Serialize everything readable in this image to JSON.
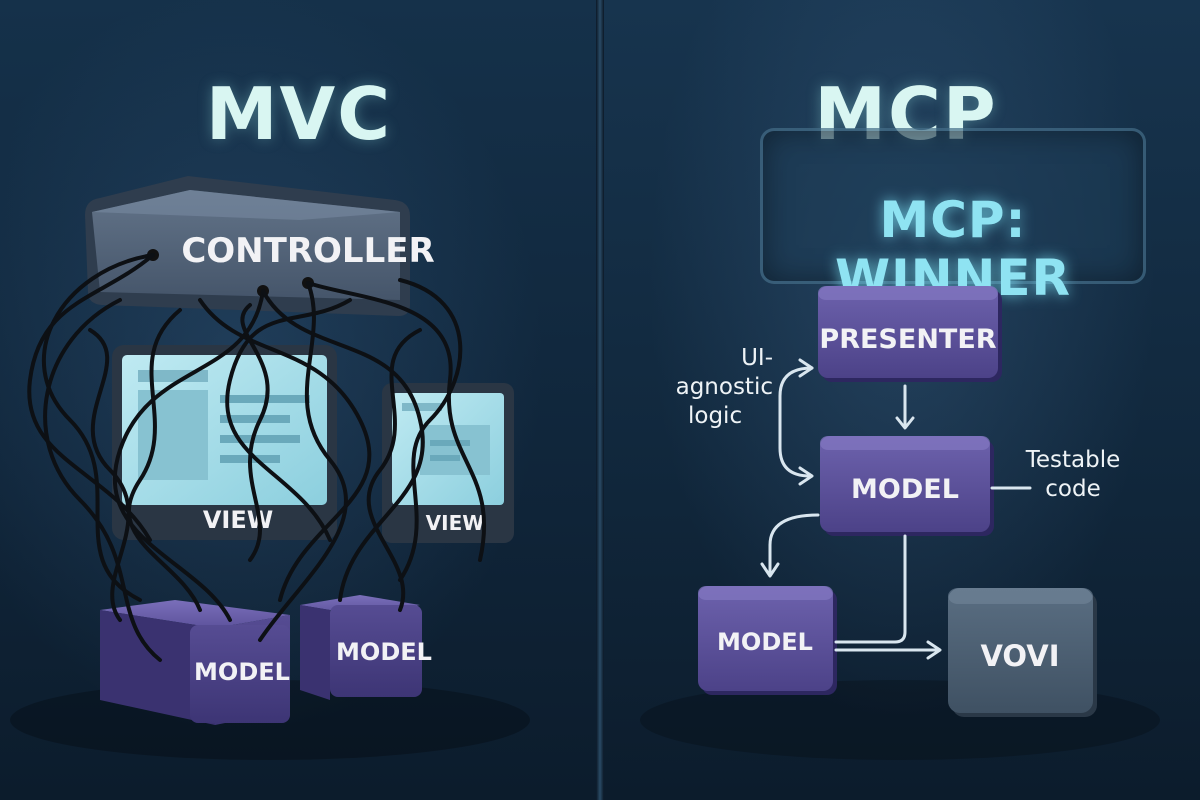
{
  "mvc": {
    "title": "MVC",
    "controller_label": "CONTROLLER",
    "view_large_label": "VIEW",
    "view_small_label": "VIEW",
    "model_left_label": "MODEL",
    "model_right_label": "MODEL"
  },
  "mcp": {
    "title": "MCP",
    "banner_text": "MCP: WINNER",
    "presenter_label": "PRESENTER",
    "model_center_label": "MODEL",
    "model_bottom_label": "MODEL",
    "vovi_label": "VOVI",
    "note_left_line1": "UI-agnostic",
    "note_left_line2": "logic",
    "note_right_line1": "Testable",
    "note_right_line2": "code"
  },
  "colors": {
    "block_purple": "#4e4587",
    "block_slate": "#46596c",
    "controller_gray": "#4c5c70",
    "screen_cyan": "#a9dde8",
    "heading_mint": "#d9f6f2",
    "banner_cyan": "#8fe3f2"
  }
}
